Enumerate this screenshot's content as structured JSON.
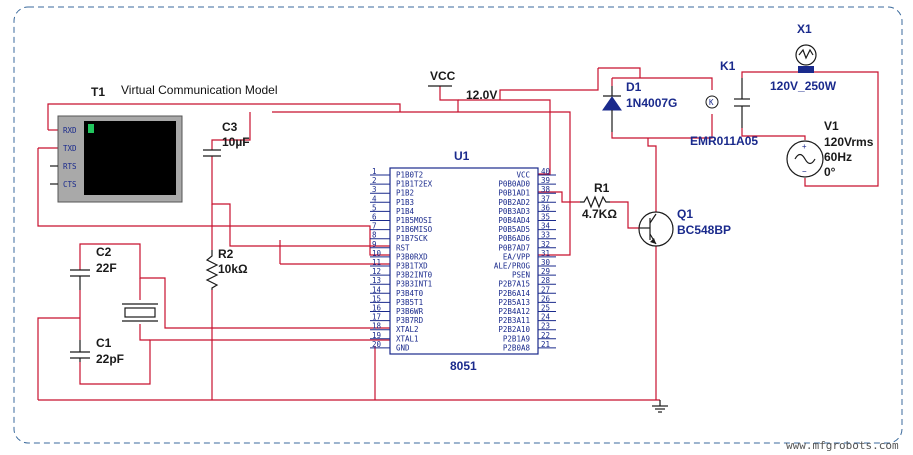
{
  "colors": {
    "wire": "#c8102e",
    "component": "#1a1a1a",
    "label": "#1a2a8c",
    "border": "#3b6a9c"
  },
  "terminal": {
    "ref": "T1",
    "title": "Virtual Communication Model",
    "pins": [
      "RXD",
      "TXD",
      "RTS",
      "CTS"
    ]
  },
  "supply": {
    "name": "VCC",
    "value": "12.0V"
  },
  "capacitors": [
    {
      "ref": "C3",
      "value": "10µF"
    },
    {
      "ref": "C2",
      "value": "22F"
    },
    {
      "ref": "C1",
      "value": "22pF"
    }
  ],
  "resistors": [
    {
      "ref": "R2",
      "value": "10kΩ"
    },
    {
      "ref": "R1",
      "value": "4.7KΩ"
    }
  ],
  "mcu": {
    "ref": "U1",
    "part": "8051",
    "left_pins": [
      {
        "num": "1",
        "name": "P1B0T2"
      },
      {
        "num": "2",
        "name": "P1B1T2EX"
      },
      {
        "num": "3",
        "name": "P1B2"
      },
      {
        "num": "4",
        "name": "P1B3"
      },
      {
        "num": "5",
        "name": "P1B4"
      },
      {
        "num": "6",
        "name": "P1B5MOSI"
      },
      {
        "num": "7",
        "name": "P1B6MISO"
      },
      {
        "num": "8",
        "name": "P1B7SCK"
      },
      {
        "num": "9",
        "name": "RST"
      },
      {
        "num": "10",
        "name": "P3B0RXD"
      },
      {
        "num": "11",
        "name": "P3B1TXD"
      },
      {
        "num": "12",
        "name": "P3B2INT0"
      },
      {
        "num": "13",
        "name": "P3B3INT1"
      },
      {
        "num": "14",
        "name": "P3B4T0"
      },
      {
        "num": "15",
        "name": "P3B5T1"
      },
      {
        "num": "16",
        "name": "P3B6WR"
      },
      {
        "num": "17",
        "name": "P3B7RD"
      },
      {
        "num": "18",
        "name": "XTAL2"
      },
      {
        "num": "19",
        "name": "XTAL1"
      },
      {
        "num": "20",
        "name": "GND"
      }
    ],
    "right_pins": [
      {
        "num": "40",
        "name": "VCC"
      },
      {
        "num": "39",
        "name": "P0B0AD0"
      },
      {
        "num": "38",
        "name": "P0B1AD1"
      },
      {
        "num": "37",
        "name": "P0B2AD2"
      },
      {
        "num": "36",
        "name": "P0B3AD3"
      },
      {
        "num": "35",
        "name": "P0B4AD4"
      },
      {
        "num": "34",
        "name": "P0B5AD5"
      },
      {
        "num": "33",
        "name": "P0B6AD6"
      },
      {
        "num": "32",
        "name": "P0B7AD7"
      },
      {
        "num": "31",
        "name": "EA/VPP"
      },
      {
        "num": "30",
        "name": "ALE/PROG"
      },
      {
        "num": "29",
        "name": "PSEN"
      },
      {
        "num": "28",
        "name": "P2B7A15"
      },
      {
        "num": "27",
        "name": "P2B6A14"
      },
      {
        "num": "26",
        "name": "P2B5A13"
      },
      {
        "num": "25",
        "name": "P2B4A12"
      },
      {
        "num": "24",
        "name": "P2B3A11"
      },
      {
        "num": "23",
        "name": "P2B2A10"
      },
      {
        "num": "22",
        "name": "P2B1A9"
      },
      {
        "num": "21",
        "name": "P2B0A8"
      }
    ]
  },
  "diode": {
    "ref": "D1",
    "part": "1N4007G"
  },
  "relay": {
    "ref": "K1",
    "part": "EMR011A05",
    "coil_mark": "K"
  },
  "transistor": {
    "ref": "Q1",
    "part": "BC548BP"
  },
  "lamp": {
    "ref": "X1",
    "rating": "120V_250W"
  },
  "source": {
    "ref": "V1",
    "voltage": "120Vrms",
    "frequency": "60Hz",
    "phase": "0°"
  },
  "watermark": "www.mfgrobots.com"
}
